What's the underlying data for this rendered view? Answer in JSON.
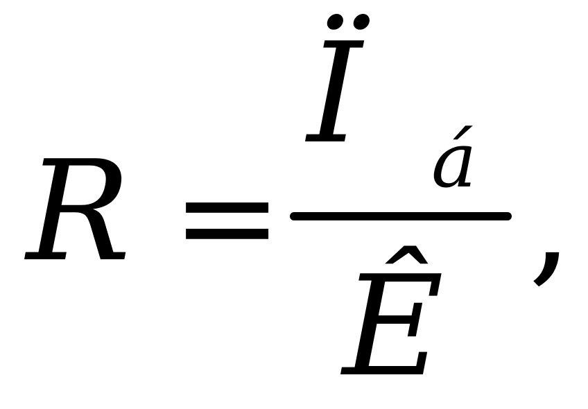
{
  "formula": {
    "lhs": "R",
    "equals": "=",
    "numerator": "Ï",
    "subscript": "á",
    "denominator": "Ê",
    "trailing": ","
  }
}
